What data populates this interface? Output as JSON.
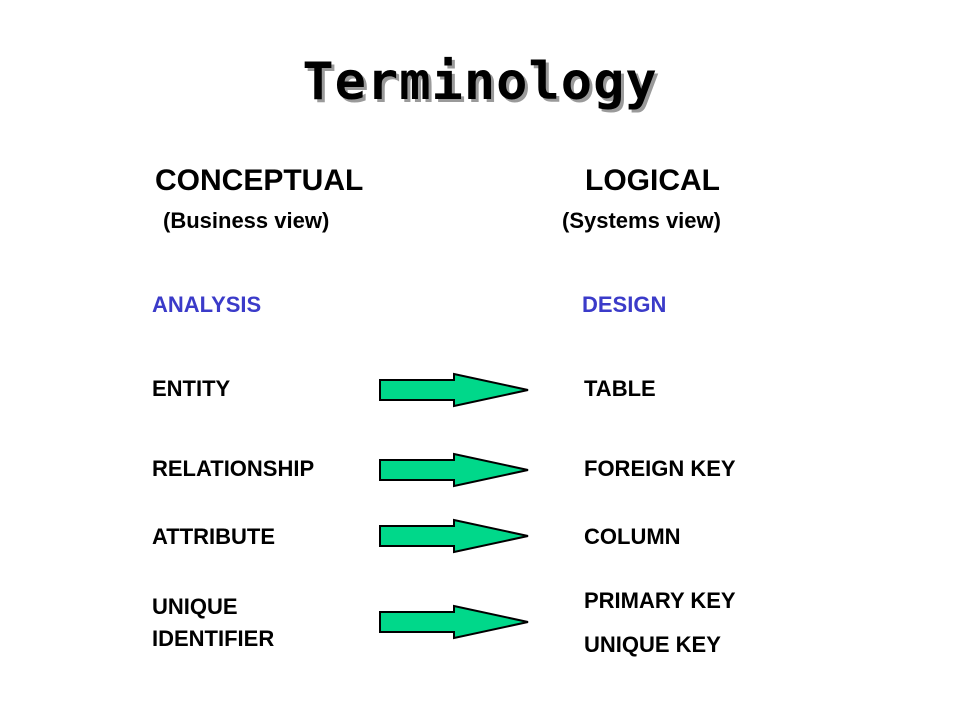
{
  "title": "Terminology",
  "colors": {
    "phase_label": "#3b3bc9",
    "arrow_fill": "#00d88a",
    "arrow_stroke": "#000000",
    "title_shadow": "#9a9a9a"
  },
  "columns": {
    "left": {
      "heading": "CONCEPTUAL",
      "subheading": "(Business view)",
      "phase": "ANALYSIS"
    },
    "right": {
      "heading": "LOGICAL",
      "subheading": "(Systems view)",
      "phase": "DESIGN"
    }
  },
  "mappings": [
    {
      "conceptual": "ENTITY",
      "logical": "TABLE"
    },
    {
      "conceptual": "RELATIONSHIP",
      "logical": "FOREIGN KEY"
    },
    {
      "conceptual": "ATTRIBUTE",
      "logical": "COLUMN"
    },
    {
      "conceptual_line1": "UNIQUE",
      "conceptual_line2": "IDENTIFIER",
      "logical_line1": "PRIMARY KEY",
      "logical_line2": "UNIQUE KEY"
    }
  ],
  "arrow_icon": "right-block-arrow-icon"
}
